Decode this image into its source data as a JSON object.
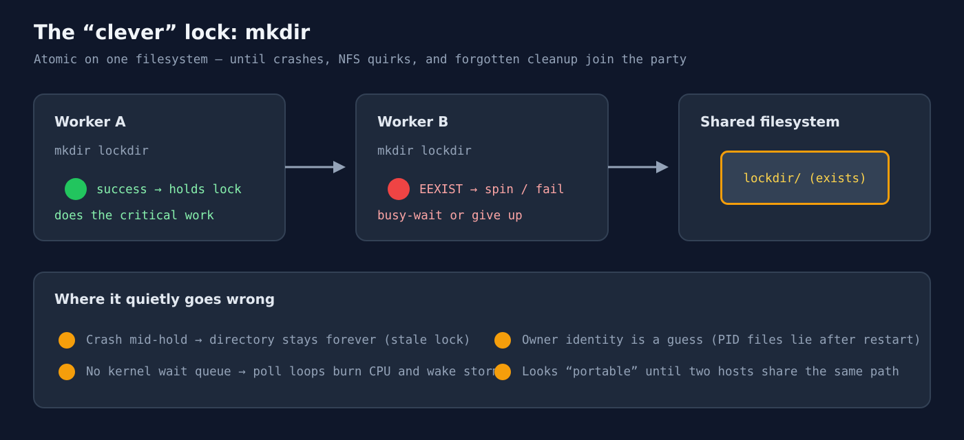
{
  "header": {
    "title": "The “clever” lock: mkdir",
    "subtitle": "Atomic on one filesystem — until crashes, NFS quirks, and forgotten cleanup join the party"
  },
  "workers": [
    {
      "title": "Worker A",
      "command": "mkdir lockdir",
      "status": "success → holds lock",
      "detail": "does the critical work",
      "status_color": "#22c55e"
    },
    {
      "title": "Worker B",
      "command": "mkdir lockdir",
      "status": "EEXIST → spin / fail",
      "detail": "busy-wait or give up",
      "status_color": "#ef4444"
    }
  ],
  "filesystem": {
    "title": "Shared filesystem",
    "lock_label": "lockdir/ (exists)"
  },
  "problems": {
    "title": "Where it quietly goes wrong",
    "items": [
      "Crash mid-hold → directory stays forever (stale lock)",
      "Owner identity is a guess (PID files lie after restart)",
      "No kernel wait queue → poll loops burn CPU and wake storm",
      "Looks “portable” until two hosts share the same path"
    ]
  },
  "colors": {
    "background": "#0f172a",
    "card": "#1e293b",
    "border": "#334155",
    "accent_warning": "#f59e0b"
  }
}
